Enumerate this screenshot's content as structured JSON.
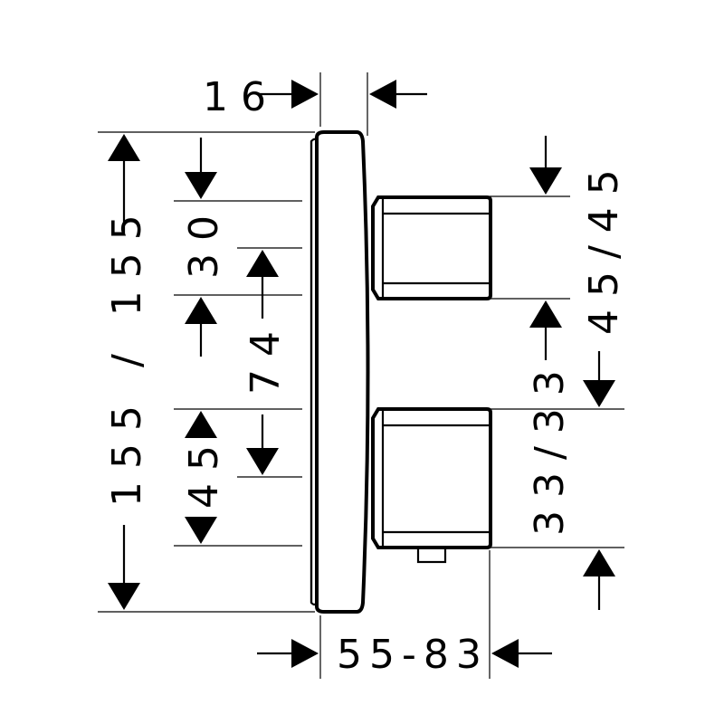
{
  "colors": {
    "line": "#000000",
    "background": "#ffffff"
  },
  "dimensions": {
    "top_depth": "16",
    "total_height": "155 / 155",
    "upper_offset": "30",
    "handle_spacing": "74",
    "lower_offset": "45",
    "upper_handle_height": "45/45",
    "lower_handle_height": "33/33",
    "projection": "55-83"
  }
}
